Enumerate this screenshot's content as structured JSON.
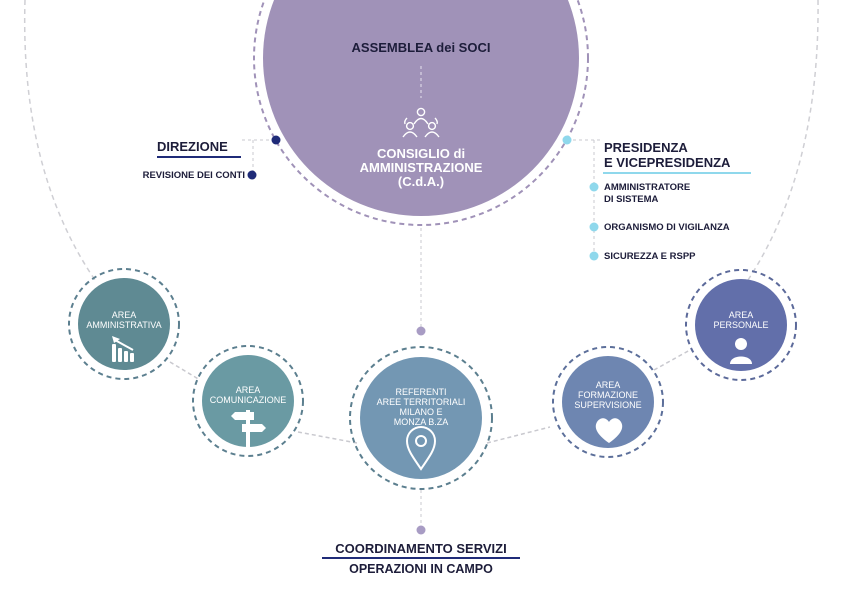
{
  "assembly": "ASSEMBLEA dei SOCI",
  "board": {
    "line1": "CONSIGLIO di",
    "line2": "AMMINISTRAZIONE",
    "line3": "(C.d.A.)"
  },
  "left_branch": {
    "title": "DIREZIONE",
    "items": [
      "REVISIONE DEI CONTI"
    ]
  },
  "right_branch": {
    "title_line1": "PRESIDENZA",
    "title_line2": "E VICEPRESIDENZA",
    "items": [
      {
        "line1": "AMMINISTRATORE",
        "line2": "DI SISTEMA"
      },
      {
        "line1": "ORGANISMO DI VIGILANZA",
        "line2": ""
      },
      {
        "line1": "SICUREZZA E RSPP",
        "line2": ""
      }
    ]
  },
  "areas": {
    "amministrativa": {
      "line1": "AREA",
      "line2": "AMMINISTRATIVA",
      "icon": "bar-chart-icon",
      "color": "#5f8a93"
    },
    "comunicazione": {
      "line1": "AREA",
      "line2": "COMUNICAZIONE",
      "icon": "signpost-icon",
      "color": "#6a9aa3"
    },
    "referenti": {
      "line1": "REFERENTI",
      "line2": "AREE TERRITORIALI",
      "line3": "MILANO E",
      "line4": "MONZA B.ZA",
      "icon": "map-pin-icon",
      "color": "#7397b3"
    },
    "formazione": {
      "line1": "AREA",
      "line2": "FORMAZIONE",
      "line3": "SUPERVISIONE",
      "icon": "heart-icon",
      "color": "#6e86b1"
    },
    "personale": {
      "line1": "AREA",
      "line2": "PERSONALE",
      "icon": "person-icon",
      "color": "#626faa"
    }
  },
  "bottom": {
    "line1": "COORDINAMENTO SERVIZI",
    "line2": "OPERAZIONI IN CAMPO"
  },
  "colors": {
    "board_fill": "#a092b8",
    "navy": "#1f2b78",
    "light_blue": "#8fd8ec",
    "lilac_dot": "#a89cc4",
    "dashed_grey": "#c9c9cf",
    "dashed_ring": "#5c7f8f",
    "text_dark": "#1d1d3a"
  }
}
